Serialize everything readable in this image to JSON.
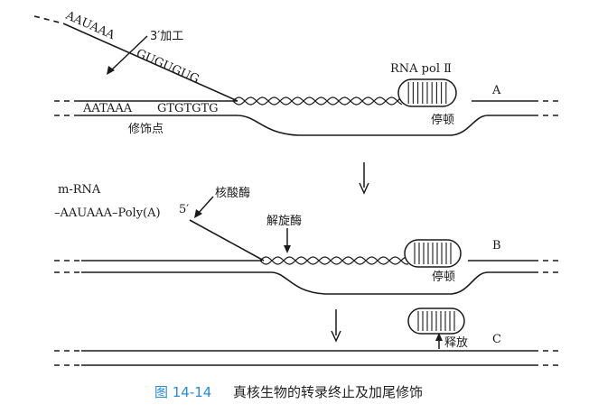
{
  "colors": {
    "line": "#1a1a1a",
    "caption_number": "#2b8ccf",
    "caption_text": "#222222"
  },
  "panel_a": {
    "letter": "A",
    "polya_signal_rna": "AAUAAA",
    "gu_rich_rna": "GUGUGUG",
    "processing_label": "3′加工",
    "polya_signal_dna": "AATAAA",
    "gt_rich_dna": "GTGTGTG",
    "modification_site_label": "修饰点",
    "polymerase_label": "RNA pol Ⅱ",
    "pause_label": "停顿"
  },
  "panel_b": {
    "letter": "B",
    "mrna_label": "m-RNA",
    "mrna_sequence": "–AAUAAA–Poly(A)",
    "five_prime": "5′",
    "nuclease_label": "核酸酶",
    "helicase_label": "解旋酶",
    "pause_label": "停顿"
  },
  "panel_c": {
    "letter": "C",
    "release_label": "释放"
  },
  "caption": {
    "number": "图 14-14",
    "text": "真核生物的转录终止及加尾修饰"
  }
}
